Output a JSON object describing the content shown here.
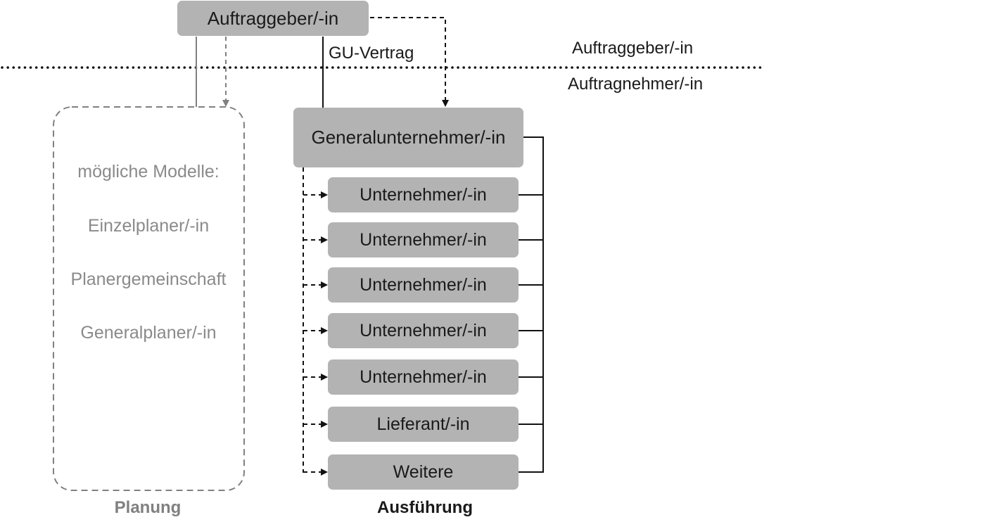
{
  "client_box": "Auftraggeber/-in",
  "contract_label": "GU-Vertrag",
  "boundary": {
    "upper_label": "Auftraggeber/-in",
    "lower_label": "Auftragnehmer/-in"
  },
  "general_contractor": "Generalunternehmer/-in",
  "subcontractors": [
    "Unternehmer/-in",
    "Unternehmer/-in",
    "Unternehmer/-in",
    "Unternehmer/-in",
    "Unternehmer/-in",
    "Lieferant/-in",
    "Weitere"
  ],
  "planning": {
    "heading": "mögliche Modelle:",
    "models": [
      "Einzelplaner/-in",
      "Planergemeinschaft",
      "Generalplaner/-in"
    ],
    "caption": "Planung"
  },
  "execution_caption": "Ausführung",
  "colors": {
    "box_fill": "#b3b3b3",
    "text_dark": "#1a1a1a",
    "planning_gray": "#808080",
    "line_dark": "#111111"
  }
}
